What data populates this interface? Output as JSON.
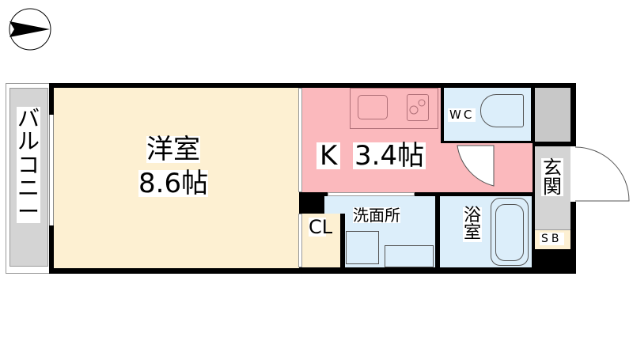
{
  "compass": {
    "icon": "north-arrow-icon",
    "direction": "east"
  },
  "rooms": {
    "western": {
      "name": "洋室",
      "size": "8.6帖",
      "color": "#fdf0d2"
    },
    "kitchen": {
      "name": "K",
      "size": "3.4帖",
      "color": "#fbb9bd"
    },
    "wc": {
      "name": "WC",
      "color": "#dceefa"
    },
    "washroom": {
      "name": "洗面所",
      "color": "#dceefa"
    },
    "bath": {
      "name": "浴室",
      "color": "#dceefa"
    },
    "entrance": {
      "name": "玄関",
      "color": "#d4d4d4"
    },
    "shoebox": {
      "name": "SB",
      "color": "#fdf0d2"
    },
    "closet": {
      "name": "CL",
      "color": "#fdf0d2"
    },
    "balcony": {
      "name": "バルコニー",
      "color": "#d4d4d4"
    }
  }
}
